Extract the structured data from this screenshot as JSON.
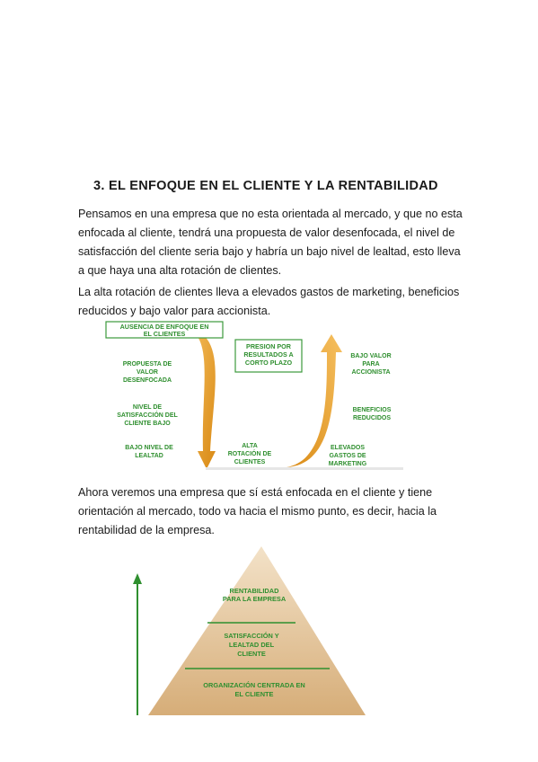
{
  "heading": "3. EL ENFOQUE EN EL CLIENTE Y LA RENTABILIDAD",
  "paragraphs": [
    [
      "Pensamos en una empresa que no esta orientada al mercado, y que no esta",
      "enfocada al cliente, tendrá una propuesta de valor desenfocada, el nivel de",
      "satisfacción del cliente seria bajo y habría un bajo nivel de lealtad, esto lleva",
      "a que haya una alta rotación de clientes."
    ],
    [
      "La alta rotación de clientes lleva a elevados gastos de marketing, beneficios",
      "reducidos y bajo valor para accionista."
    ],
    [
      "Ahora veremos una empresa que sí está enfocada en el cliente y tiene",
      "orientación al mercado, todo va hacia el mismo punto, es decir, hacia la",
      "rentabilidad de la empresa."
    ]
  ],
  "cycle_diagram": {
    "box_left": [
      "AUSENCIA DE ENFOQUE EN",
      "EL CLIENTES"
    ],
    "box_right": [
      "PRESION POR",
      "RESULTADOS A",
      "CORTO PLAZO"
    ],
    "left_labels": [
      [
        "PROPUESTA DE",
        "VALOR",
        "DESENFOCADA"
      ],
      [
        "NIVEL DE",
        "SATISFACCIÓN DEL",
        "CLIENTE BAJO"
      ],
      [
        "BAJO NIVEL DE",
        "LEALTAD"
      ]
    ],
    "bottom_label": [
      "ALTA",
      "ROTACIÓN DE",
      "CLIENTES"
    ],
    "right_labels": [
      [
        "BAJO VALOR",
        "PARA",
        "ACCIONISTA"
      ],
      [
        "BENEFICIOS",
        "REDUCIDOS"
      ],
      [
        "ELEVADOS",
        "GASTOS DE",
        "MARKETING"
      ]
    ],
    "colors": {
      "text": "#2f8f2f",
      "box_border": "#3c9a3c",
      "arrow": "#f0a020",
      "arrow_dark": "#c87a10"
    }
  },
  "pyramid_diagram": {
    "levels": [
      [
        "RENTABILIDAD",
        "PARA LA EMPRESA"
      ],
      [
        "SATISFACCIÓN Y",
        "LEALTAD DEL",
        "CLIENTE"
      ],
      [
        "ORGANIZACIÓN CENTRADA EN",
        "EL CLIENTE"
      ]
    ],
    "colors": {
      "fill_top": "#f1dcc0",
      "fill_bottom": "#d9b27e",
      "text": "#2f8f2f",
      "lines": "#2f8f2f",
      "arrow": "#2f8f2f"
    }
  }
}
